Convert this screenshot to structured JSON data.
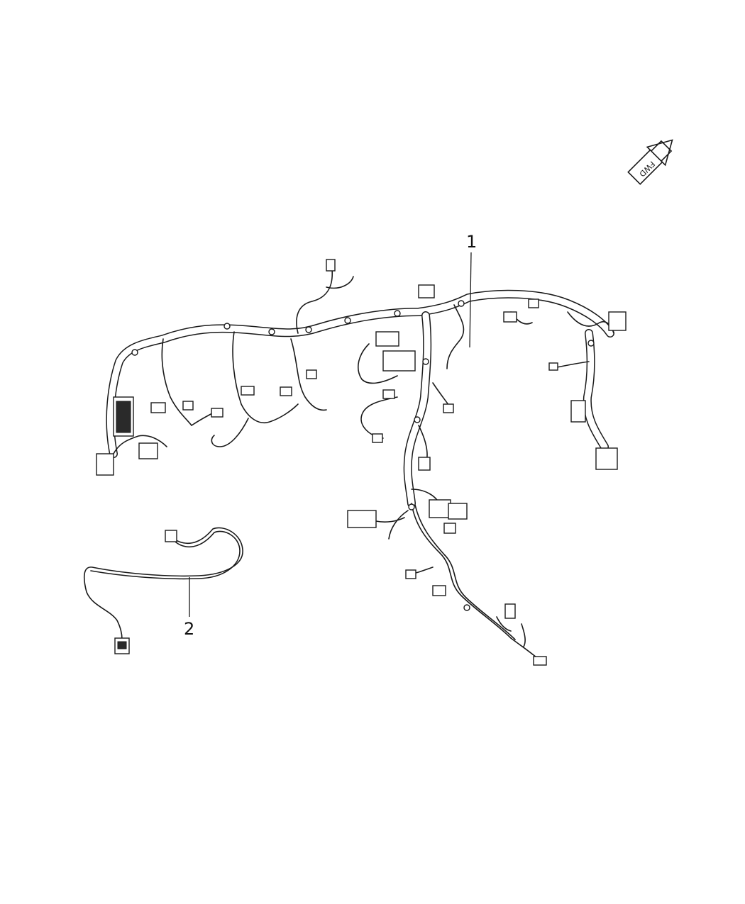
{
  "callouts": {
    "part_1": "1",
    "part_2": "2"
  },
  "fwd_arrow": {
    "label": "FWD"
  },
  "colors": {
    "line": "#1a1a1a",
    "background": "#ffffff"
  }
}
